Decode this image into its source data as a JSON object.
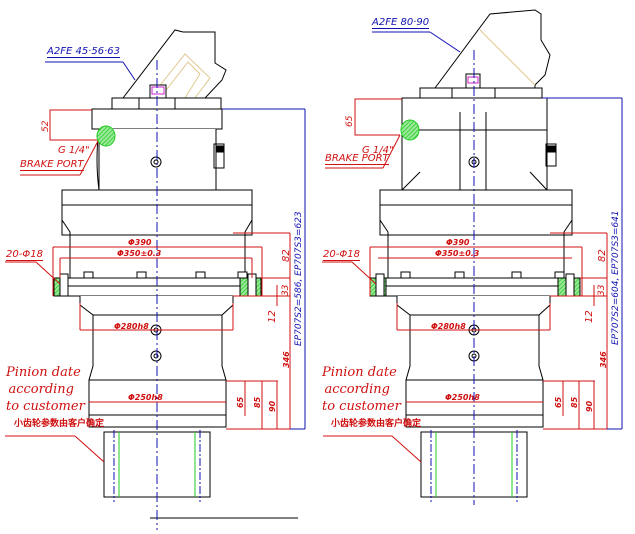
{
  "colors": {
    "outline": "#000000",
    "dimension": "#d01010",
    "centerline": "#1010b0",
    "hatch": "#22cc22",
    "motor_detail": "#e0c890",
    "bolt_head": "#cc22cc"
  },
  "left_view": {
    "motor_label": "A2FE 45·56·63",
    "brake_port_size": "G 1/4\"",
    "brake_port_label": "BRAKE PORT",
    "dim_brake_offset": "52",
    "bolt_holes": "20-Φ18",
    "dim_outer_dia": "Φ390",
    "dim_bolt_circle": "Φ350±0.3",
    "dim_spigot": "Φ280h8",
    "dim_pinion_dia": "Φ250h8",
    "dim_82": "82",
    "dim_33": "33",
    "dim_12": "12",
    "dim_346": "346",
    "dim_65": "65",
    "dim_85": "85",
    "dim_90": "90",
    "overall_length": "EP707S2=586, EP707S3=623",
    "pinion_note_en": [
      "Pinion date",
      "according",
      "to customer"
    ],
    "pinion_note_cn": "小齿轮参数由客户确定"
  },
  "right_view": {
    "motor_label": "A2FE 80·90",
    "brake_port_size": "G 1/4\"",
    "brake_port_label": "BRAKE PORT",
    "dim_brake_offset": "65",
    "bolt_holes": "20-Φ18",
    "dim_outer_dia": "Φ390",
    "dim_bolt_circle": "Φ350±0.3",
    "dim_spigot": "Φ280h8",
    "dim_pinion_dia": "Φ250h8",
    "dim_82": "82",
    "dim_33": "33",
    "dim_12": "12",
    "dim_346": "346",
    "dim_65": "65",
    "dim_85": "85",
    "dim_90": "90",
    "overall_length": "EP707S2=604, EP707S3=641",
    "pinion_note_en": [
      "Pinion date",
      "according",
      "to customer"
    ],
    "pinion_note_cn": "小齿轮参数由客户确定"
  }
}
